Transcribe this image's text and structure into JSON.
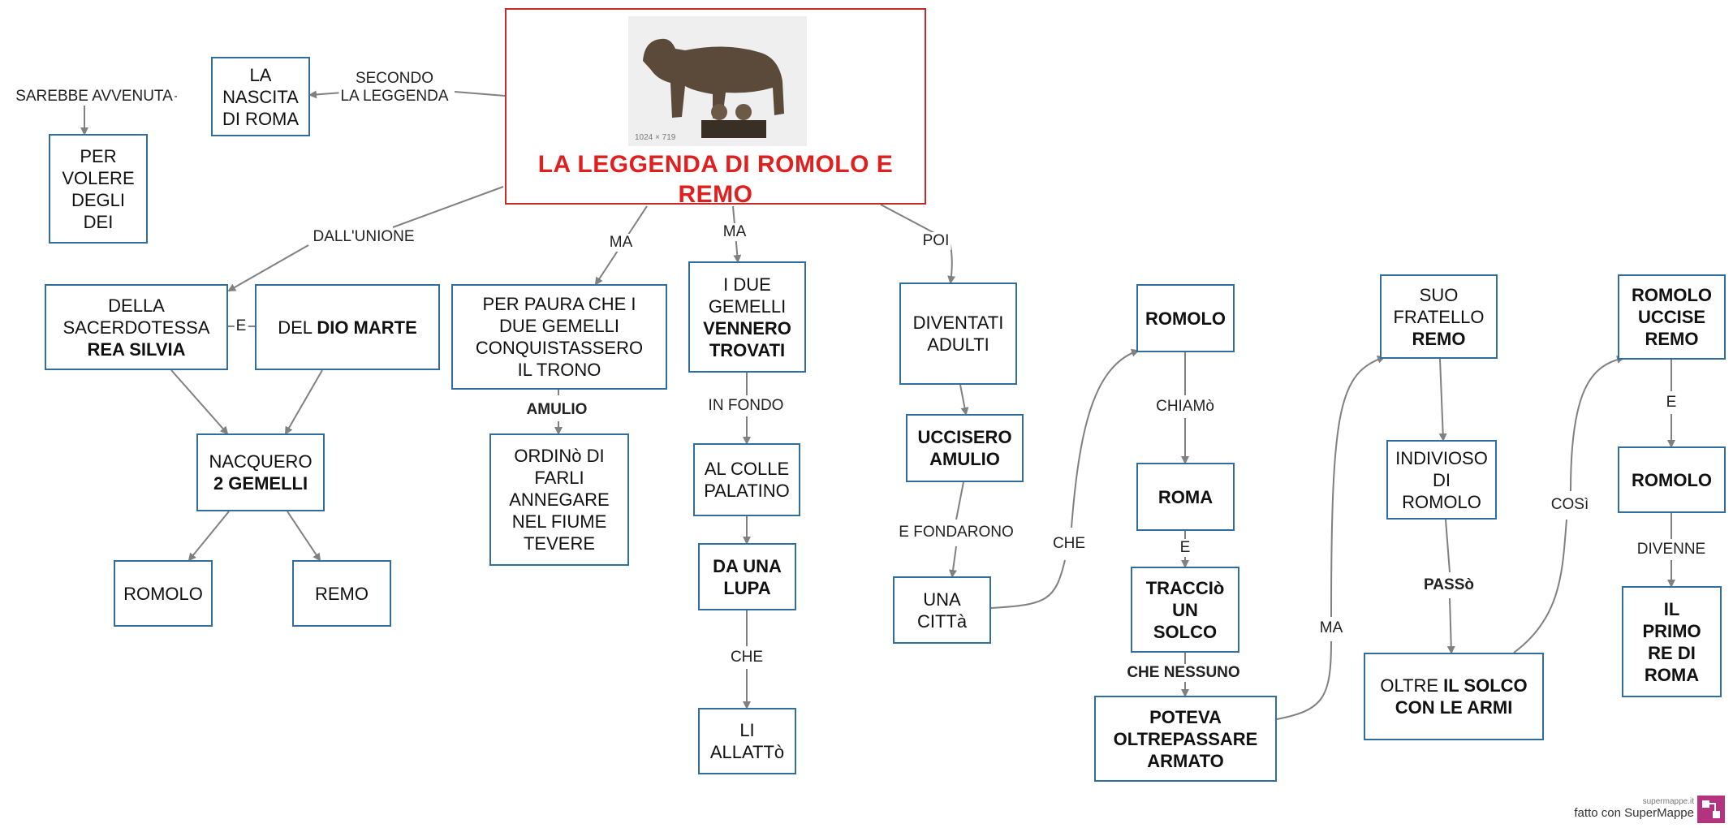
{
  "title": {
    "line1": "LA LEGGENDA DI ROMOLO E",
    "line2": "REMO",
    "image_caption": "1024 × 719"
  },
  "nodes": {
    "nascita": [
      "LA",
      "NASCITA",
      "DI ROMA"
    ],
    "dei": [
      "PER",
      "VOLERE",
      "DEGLI",
      "DEI"
    ],
    "rea_silvia": {
      "l1": "DELLA",
      "l2": "SACERDOTESSA",
      "l3": "REA SILVIA"
    },
    "dio_marte": {
      "pre": "DEL ",
      "b": "DIO MARTE"
    },
    "nacquero": {
      "l1": "NACQUERO",
      "l2": "2 GEMELLI"
    },
    "romolo_1": "ROMOLO",
    "remo_1": "REMO",
    "paura": [
      "PER PAURA CHE I",
      "DUE GEMELLI",
      "CONQUISTASSERO",
      "IL TRONO"
    ],
    "ordino": [
      "ORDINò DI",
      "FARLI",
      "ANNEGARE",
      "NEL FIUME",
      "TEVERE"
    ],
    "trovati": {
      "l1": "I DUE",
      "l2": "GEMELLI",
      "l3": "VENNERO",
      "l4": "TROVATI"
    },
    "colle": [
      "AL COLLE",
      "PALATINO"
    ],
    "lupa": [
      "DA UNA",
      "LUPA"
    ],
    "allatto": [
      "LI",
      "ALLATTò"
    ],
    "adulti": [
      "DIVENTATI",
      "ADULTI"
    ],
    "uccisero": [
      "UCCISERO",
      "AMULIO"
    ],
    "citta": [
      "UNA",
      "CITTà"
    ],
    "romolo_2": "ROMOLO",
    "roma": "ROMA",
    "solco": [
      "TRACCIò",
      "UN",
      "SOLCO"
    ],
    "poteva": [
      "POTEVA",
      "OLTREPASSARE",
      "ARMATO"
    ],
    "fratello": {
      "l1": "SUO",
      "l2": "FRATELLO",
      "l3": "REMO"
    },
    "invidioso": [
      "INDIVIOSO",
      "DI",
      "ROMOLO"
    ],
    "oltre": {
      "pre": "OLTRE ",
      "b1": "IL SOLCO",
      "b2": "CON LE ARMI"
    },
    "uccise": [
      "ROMOLO",
      "UCCISE",
      "REMO"
    ],
    "romolo_3": "ROMOLO",
    "primo_re": [
      "IL",
      "PRIMO",
      "RE DI",
      "ROMA"
    ]
  },
  "labels": {
    "secondo": [
      "SECONDO",
      "LA LEGGENDA"
    ],
    "sarebbe": "SAREBBE AVVENUTA",
    "unione": "DALL'UNIONE",
    "e_link": "E",
    "ma_1": "MA",
    "ma_2": "MA",
    "poi": "POI",
    "amulio": "AMULIO",
    "in_fondo": "IN FONDO",
    "che_1": "CHE",
    "fondarono": "E FONDARONO",
    "che_2": "CHE",
    "chiamo": "CHIAMò",
    "e_2": "E",
    "che_nessuno": "CHE NESSUNO",
    "ma_3": "MA",
    "passo": "PASSò",
    "cosi": "COSì",
    "e_3": "E",
    "divenne": "DIVENNE"
  },
  "footer": {
    "small": "supermappe.it",
    "text": "fatto con SuperMappe"
  },
  "colors": {
    "node_border": "#2f6e9e",
    "title_border": "#c62a2a",
    "title_text": "#e0201e",
    "arrow": "#808080"
  }
}
